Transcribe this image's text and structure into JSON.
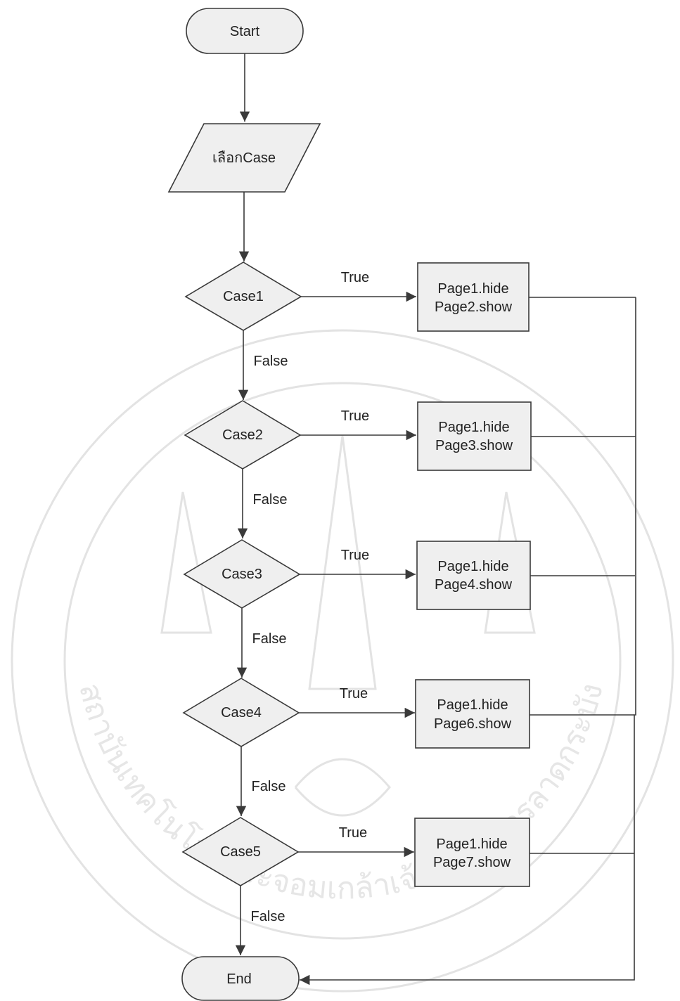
{
  "flowchart": {
    "start": "Start",
    "input": "เลือกCase",
    "end": "End",
    "true_label": "True",
    "false_label": "False",
    "cases": [
      {
        "decision": "Case1",
        "action_line1": "Page1.hide",
        "action_line2": "Page2.show"
      },
      {
        "decision": "Case2",
        "action_line1": "Page1.hide",
        "action_line2": "Page3.show"
      },
      {
        "decision": "Case3",
        "action_line1": "Page1.hide",
        "action_line2": "Page4.show"
      },
      {
        "decision": "Case4",
        "action_line1": "Page1.hide",
        "action_line2": "Page6.show"
      },
      {
        "decision": "Case5",
        "action_line1": "Page1.hide",
        "action_line2": "Page7.show"
      }
    ]
  },
  "watermark": {
    "text": "สถาบันเทคโนโลยีพระจอมเกล้าเจ้าคุณทหารลาดกระบัง",
    "icon": "university-seal-watermark"
  }
}
